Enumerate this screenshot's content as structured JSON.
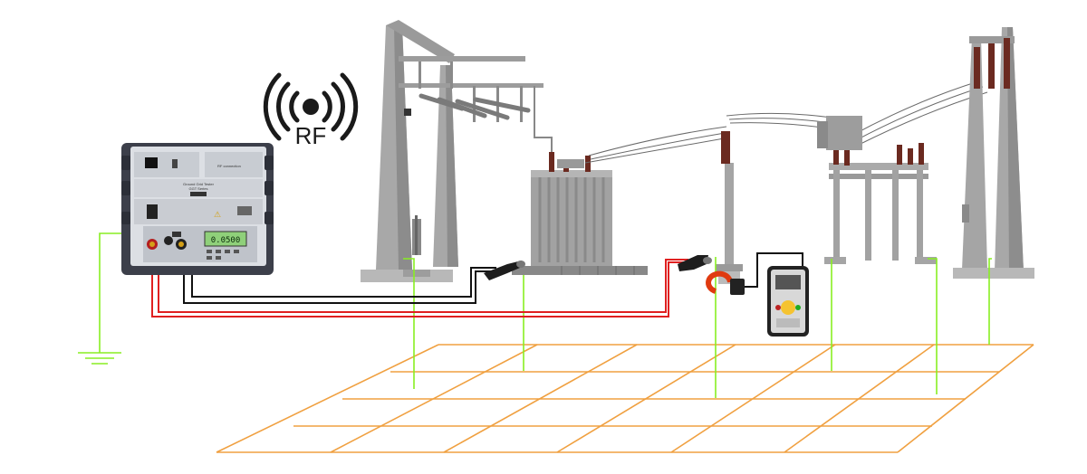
{
  "rf_label": "RF",
  "colors": {
    "ground_grid": "#f0a040",
    "ground_wire": "#88ee22",
    "red_lead": "#e02020",
    "black_lead": "#111111",
    "steel": "#9a9a9a",
    "insulator": "#6b2a20"
  },
  "icons": {
    "wireless": "rf-wireless-icon",
    "earth_ground": "earth-ground-symbol-icon"
  },
  "tester": {
    "name_line1": "Ground Grid Tester",
    "name_line2": "GGT Series",
    "warning": "⚠",
    "display_value": "0.0500",
    "wifi": "RF connection"
  }
}
